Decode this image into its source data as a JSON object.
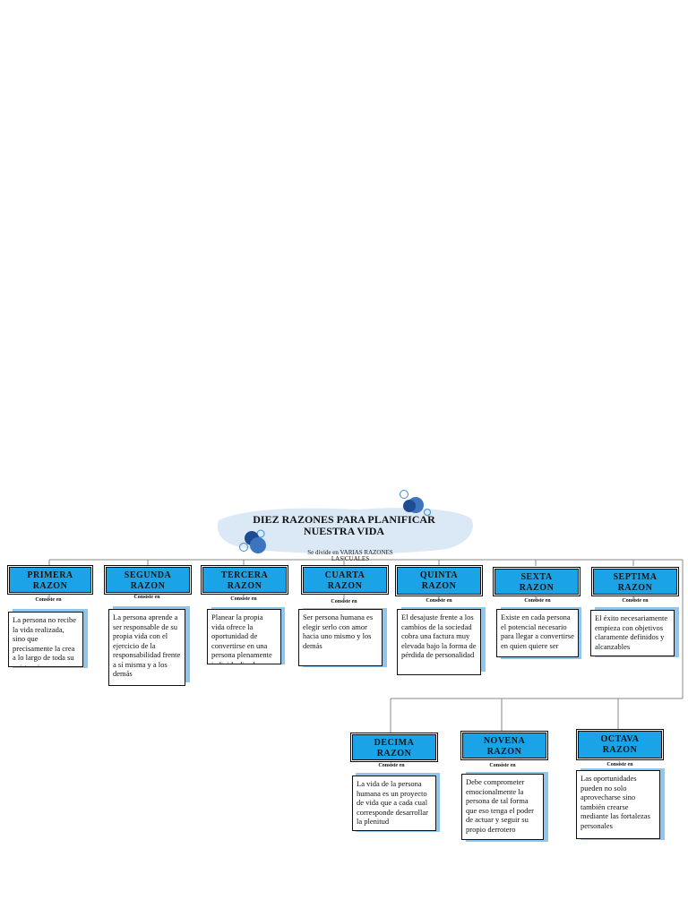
{
  "title": {
    "line1": "DIEZ RAZONES PARA PLANIFICAR",
    "line2": "NUESTRA VIDA",
    "subtitle": "Se divide en VARIAS RAZONES LAS CUALES"
  },
  "connector_label": "Consiste en",
  "reasons": [
    {
      "id": "primera",
      "l1": "PRIMERA",
      "l2": "RAZON",
      "text": "La persona no recibe la vida realizada, sino que precisamente la crea a lo largo de toda su existencia"
    },
    {
      "id": "segunda",
      "l1": "SEGUNDA",
      "l2": "RAZON",
      "text": "La persona aprende a ser responsable de su propia vida con el ejercicio de la responsabilidad frente a sí misma y a los demás"
    },
    {
      "id": "tercera",
      "l1": "TERCERA",
      "l2": "RAZON",
      "text": "Planear la propia vida ofrece la oportunidad de convertirse en una persona plenamente individualizada"
    },
    {
      "id": "cuarta",
      "l1": "CUARTA",
      "l2": "RAZON",
      "text": "Ser persona humana es elegir serlo con amor hacia uno mismo y los demás"
    },
    {
      "id": "quinta",
      "l1": "QUINTA",
      "l2": "RAZON",
      "text": "El desajuste frente a los cambios de la sociedad cobra una factura muy elevada bajo la forma de pérdida de personalidad"
    },
    {
      "id": "sexta",
      "l1": "SEXTA",
      "l2": "RAZON",
      "text": "Existe en cada persona el potencial necesario para llegar a convertirse en quien quiere ser"
    },
    {
      "id": "septima",
      "l1": "SEPTIMA",
      "l2": "RAZON",
      "text": "El éxito necesariamente empieza con objetivos claramente definidos y alcanzables"
    },
    {
      "id": "decima",
      "l1": "DECIMA",
      "l2": "RAZON",
      "text": "La vida de la persona humana es un proyecto de vida que a cada cual corresponde desarrollar la plenitud"
    },
    {
      "id": "novena",
      "l1": "NOVENA",
      "l2": "RAZON",
      "text": "Debe comprometer emocionalmente la persona de tal forma que eso tenga el poder de actuar y seguir su propio derrotero"
    },
    {
      "id": "octava",
      "l1": "OCTAVA",
      "l2": "RAZON",
      "text": "Las oportunidades pueden no solo aprovecharse sino también crearse mediante las fortalezas personales"
    }
  ],
  "colors": {
    "header_fill": "#1aa3e6",
    "shadow_fill": "#8ec6ee",
    "cloud_fill": "#dbe9f6",
    "circle_dark": "#2a5fa8",
    "line": "#8a8a8a"
  }
}
